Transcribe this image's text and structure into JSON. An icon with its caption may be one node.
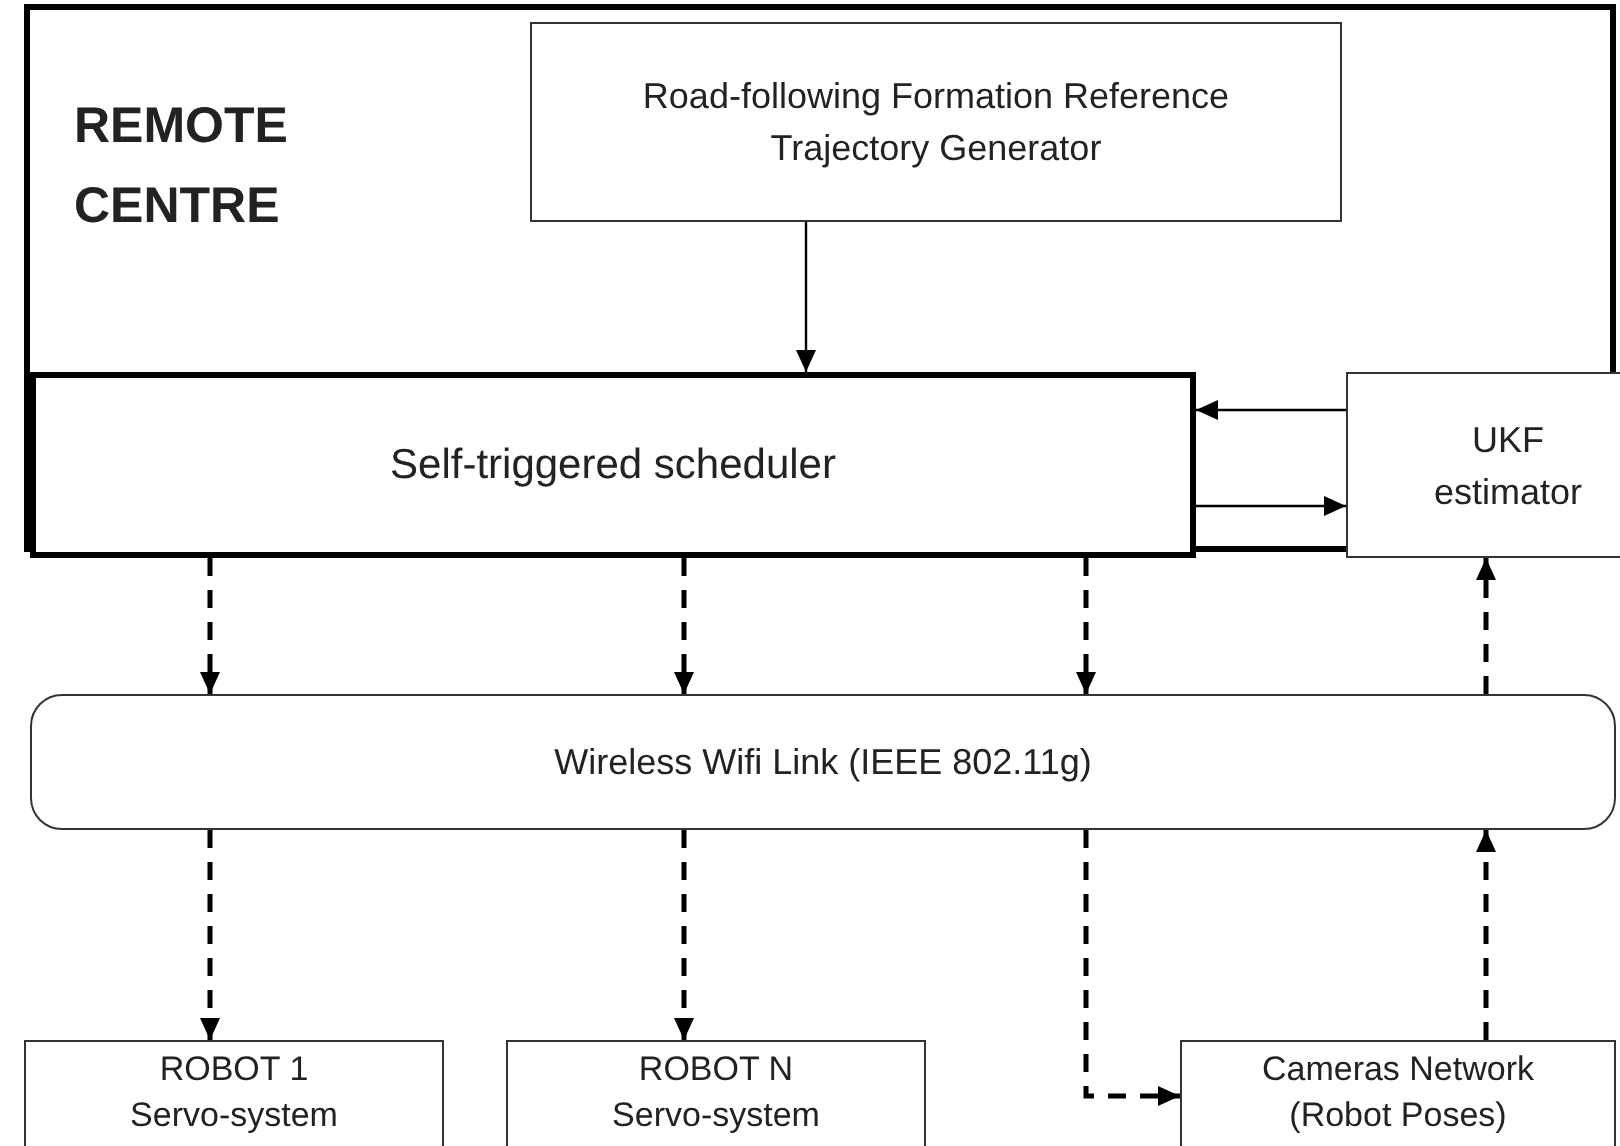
{
  "diagram": {
    "nodes": [
      {
        "text": [
          "REMOTE CENTRE"
        ]
      },
      {
        "text": [
          "Road-following Formation Reference Trajectory Generator"
        ],
        "in": 0
      },
      {
        "text": [
          "Self-triggered scheduler"
        ],
        "in": 0
      },
      {
        "text": [
          "UKF estimator"
        ],
        "in": 0
      },
      {
        "text": [
          "Wireless Wifi Link (IEEE 802.11g)"
        ]
      },
      {
        "text": [
          "ROBOT 1 Servo-system"
        ]
      },
      {
        "text": [
          "ROBOT N Servo-system"
        ]
      },
      {
        "text": [
          "Cameras Network (Robot Poses)"
        ]
      }
    ],
    "edges": [
      {
        "from": 1,
        "to": 2,
        "arrow": "to"
      },
      {
        "from": 3,
        "to": 2,
        "arrow": "to"
      },
      {
        "from": 2,
        "to": 3,
        "arrow": "to"
      },
      {
        "from": 2,
        "to": 4,
        "arrow": "to",
        "style": "dashed"
      },
      {
        "from": 2,
        "to": 4,
        "arrow": "to",
        "style": "dashed"
      },
      {
        "from": 2,
        "to": 4,
        "arrow": "to",
        "style": "dashed"
      },
      {
        "from": 4,
        "to": 5,
        "arrow": "to",
        "style": "dashed"
      },
      {
        "from": 4,
        "to": 6,
        "arrow": "to",
        "style": "dashed"
      },
      {
        "from": 4,
        "to": 7,
        "arrow": "to",
        "style": "dashed"
      },
      {
        "from": 7,
        "to": 4,
        "arrow": "to",
        "style": "dashed"
      },
      {
        "from": 4,
        "to": 3,
        "arrow": "to",
        "style": "dashed"
      }
    ]
  }
}
